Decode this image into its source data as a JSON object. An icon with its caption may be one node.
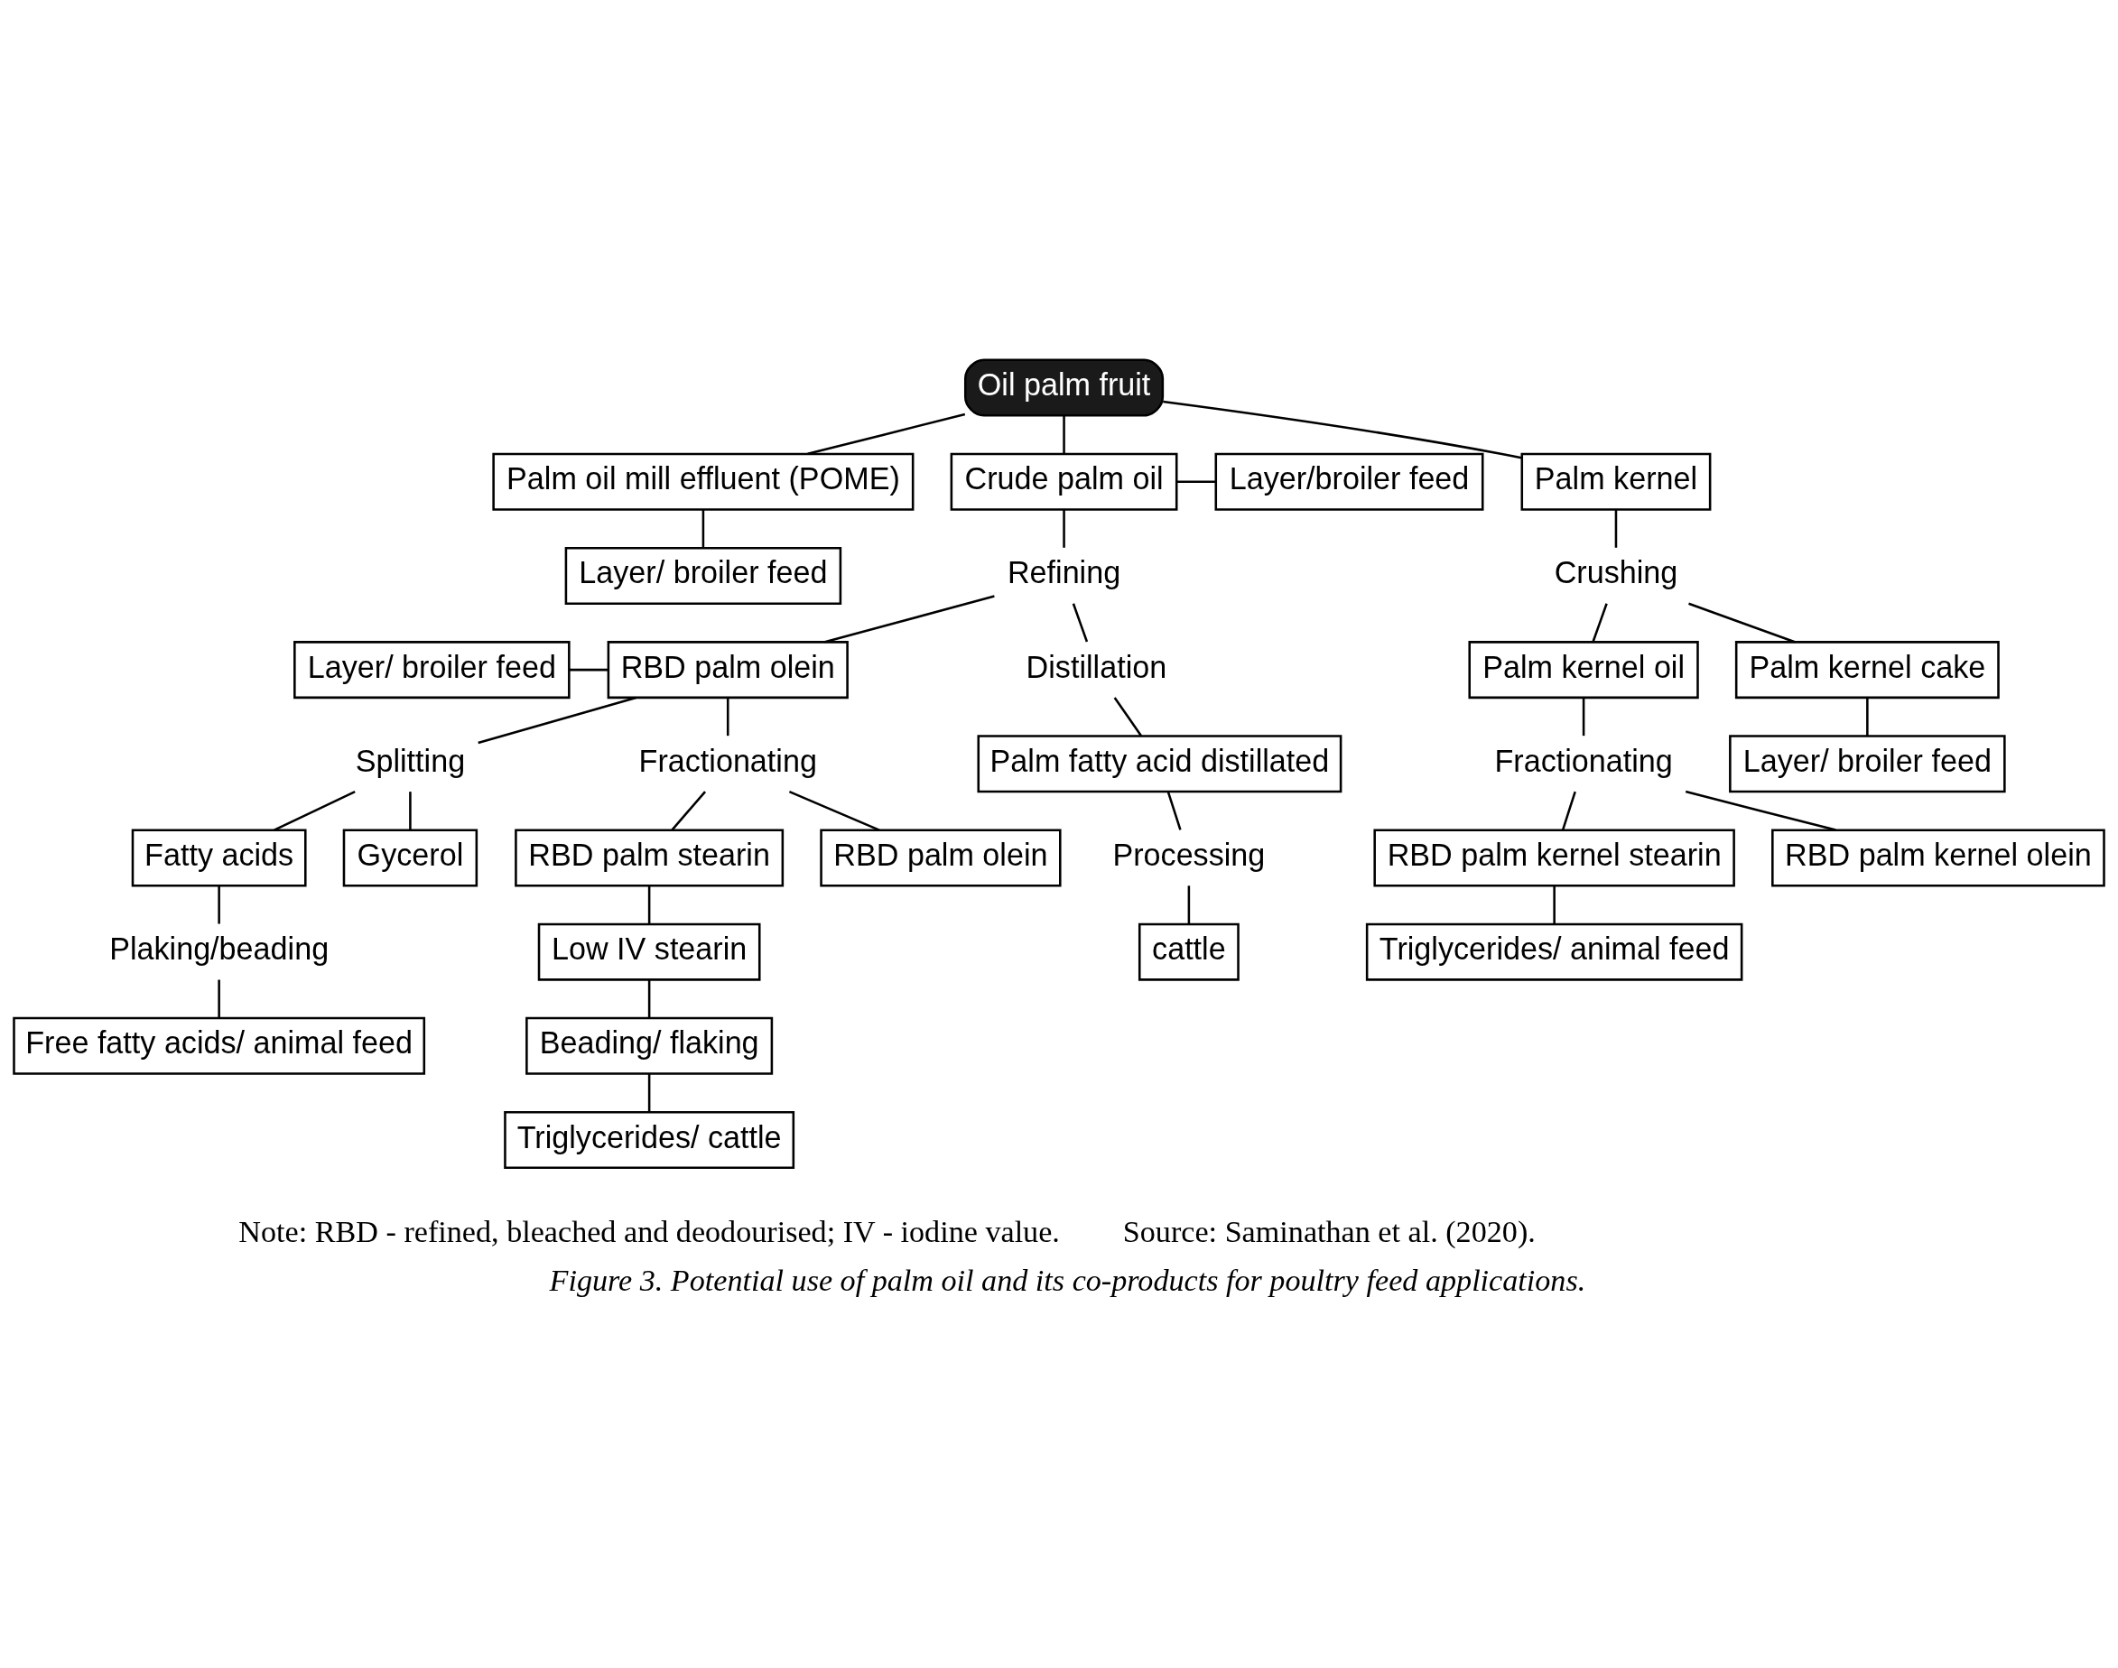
{
  "diagram": {
    "caption": "Figure 3. Potential use of palm oil and its co-products for poultry feed applications.",
    "nodes": [
      {
        "text": [
          "Oil palm fruit"
        ]
      },
      {
        "text": [
          "Layer/broiler feed"
        ]
      },
      {
        "text": [
          "Crude palm oil"
        ]
      },
      {
        "text": [
          "Palm kernel"
        ]
      },
      {
        "text": [
          "Palm oil mill effluent (POME)"
        ]
      },
      {
        "text": [
          "Refining"
        ]
      },
      {
        "text": [
          "Crushing"
        ]
      },
      {
        "text": [
          "Layer/ broiler feed"
        ]
      },
      {
        "text": [
          "Layer/ broiler feed"
        ]
      },
      {
        "text": [
          "RBD palm olein"
        ]
      },
      {
        "text": [
          "Distillation"
        ]
      },
      {
        "text": [
          "Palm kernel cake"
        ]
      },
      {
        "text": [
          "Palm kernel oil"
        ]
      },
      {
        "text": [
          "Palm fatty acid distillated"
        ]
      },
      {
        "text": [
          "Fractionating"
        ]
      },
      {
        "text": [
          "Splitting"
        ]
      },
      {
        "text": [
          "Processing"
        ]
      },
      {
        "text": [
          "Layer/ broiler feed"
        ]
      },
      {
        "text": [
          "Fractionating"
        ]
      },
      {
        "text": [
          "cattle"
        ]
      },
      {
        "text": [
          "RBD palm olein"
        ]
      },
      {
        "text": [
          "RBD palm stearin"
        ]
      },
      {
        "text": [
          "Gycerol"
        ]
      },
      {
        "text": [
          "Fatty acids"
        ]
      },
      {
        "text": [
          "RBD palm kernel olein"
        ]
      },
      {
        "text": [
          "RBD palm kernel stearin"
        ]
      },
      {
        "text": [
          "Low IV stearin"
        ]
      },
      {
        "text": [
          "Plaking/beading"
        ]
      },
      {
        "text": [
          "Free fatty acids/ animal feed"
        ]
      },
      {
        "text": [
          "Triglycerides/ animal feed"
        ]
      },
      {
        "text": [
          "Beading/ flaking"
        ]
      },
      {
        "text": [
          "Triglycerides/ cattle"
        ]
      }
    ],
    "edges": [
      {
        "from": 0,
        "to": 2,
        "arrow": "none"
      },
      {
        "from": 0,
        "to": 3,
        "arrow": "none"
      },
      {
        "from": 0,
        "to": 4,
        "arrow": "none"
      },
      {
        "from": 1,
        "to": 2,
        "arrow": "none"
      },
      {
        "from": 2,
        "to": 5,
        "arrow": "none"
      },
      {
        "from": 3,
        "to": 6,
        "arrow": "none"
      },
      {
        "from": 4,
        "to": 7,
        "arrow": "none"
      },
      {
        "from": 5,
        "to": 9,
        "arrow": "none"
      },
      {
        "from": 5,
        "to": 10,
        "arrow": "none"
      },
      {
        "from": 8,
        "to": 9,
        "arrow": "none"
      },
      {
        "from": 6,
        "to": 11,
        "arrow": "none"
      },
      {
        "from": 6,
        "to": 12,
        "arrow": "none"
      },
      {
        "from": 10,
        "to": 13,
        "arrow": "none"
      },
      {
        "from": 9,
        "to": 14,
        "arrow": "none"
      },
      {
        "from": 9,
        "to": 15,
        "arrow": "none"
      },
      {
        "from": 13,
        "to": 16,
        "arrow": "none"
      },
      {
        "from": 11,
        "to": 17,
        "arrow": "none"
      },
      {
        "from": 12,
        "to": 18,
        "arrow": "none"
      },
      {
        "from": 16,
        "to": 19,
        "arrow": "none"
      },
      {
        "from": 14,
        "to": 20,
        "arrow": "none"
      },
      {
        "from": 14,
        "to": 21,
        "arrow": "none"
      },
      {
        "from": 15,
        "to": 22,
        "arrow": "none"
      },
      {
        "from": 15,
        "to": 23,
        "arrow": "none"
      },
      {
        "from": 18,
        "to": 24,
        "arrow": "none"
      },
      {
        "from": 18,
        "to": 25,
        "arrow": "none"
      },
      {
        "from": 21,
        "to": 26,
        "arrow": "none"
      },
      {
        "from": 23,
        "to": 27,
        "arrow": "none"
      },
      {
        "from": 27,
        "to": 28,
        "arrow": "none"
      },
      {
        "from": 25,
        "to": 29,
        "arrow": "none"
      },
      {
        "from": 26,
        "to": 30,
        "arrow": "none"
      },
      {
        "from": 30,
        "to": 31,
        "arrow": "none"
      }
    ],
    "labels": [
      "Note: RBD - refined, bleached and deodourised; IV - iodine value.",
      "Source: Saminathan et al. (2020)."
    ]
  }
}
